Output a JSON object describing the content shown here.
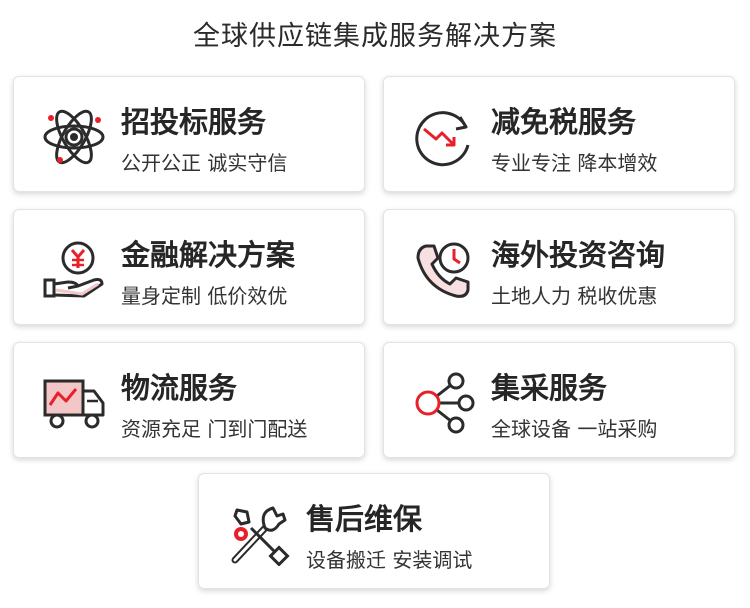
{
  "page": {
    "title": "全球供应链集成服务解决方案"
  },
  "cards": [
    {
      "title": "招投标服务",
      "subtitle": "公开公正  诚实守信",
      "icon": "atom-icon"
    },
    {
      "title": "减免税服务",
      "subtitle": "专业专注 降本增效",
      "icon": "tax-down-chart-icon"
    },
    {
      "title": "金融解决方案",
      "subtitle": "量身定制  低价效优",
      "icon": "hand-coin-yen-icon"
    },
    {
      "title": "海外投资咨询",
      "subtitle": "土地人力  税收优惠",
      "icon": "phone-clock-icon"
    },
    {
      "title": "物流服务",
      "subtitle": "资源充足  门到门配送",
      "icon": "delivery-truck-icon"
    },
    {
      "title": "集采服务",
      "subtitle": "全球设备  一站采购",
      "icon": "share-network-icon"
    },
    {
      "title": "售后维保",
      "subtitle": "设备搬迁  安装调试",
      "icon": "wrench-screwdriver-icon"
    }
  ],
  "colors": {
    "accent": "#e8202a",
    "stroke": "#2b2b2b",
    "shadow_tint": "#f3c6c8"
  }
}
